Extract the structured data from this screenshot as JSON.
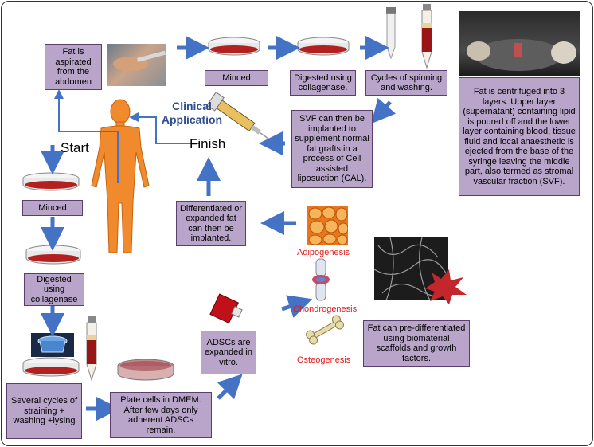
{
  "boxes": {
    "fat_aspirated": "Fat is aspirated from the abdomen",
    "minced_top": "Minced",
    "digested_top": "Digested using collagenase.",
    "cycles_spinning": "Cycles of spinning and washing.",
    "centrifuged": "Fat is centrifuged into 3 layers. Upper layer (supernatant) containing lipid is poured off and the lower layer containing blood, tissue fluid and local anaesthetic is ejected from the base of the syringe leaving the middle part, also termed as stromal vascular fraction (SVF).",
    "svf_implanted": "SVF can then be implanted to supplement normal fat grafts in a process of Cell assisted liposuction (CAL).",
    "differentiated": "Differentiated or expanded fat can then be implanted.",
    "minced_left": "Minced",
    "digested_left": "Digested using collagenase",
    "several_cycles": "Several cycles of straining + washing +lysing",
    "plate_cells": "Plate cells in DMEM. After few days only adherent ADSCs remain.",
    "adscs_expanded": "ADSCs are expanded in vitro.",
    "predifferentiated": "Fat can pre-differentiated using biomaterial scaffolds and growth factors."
  },
  "labels": {
    "start": "Start",
    "finish": "Finish",
    "clinical": "Clinical",
    "application": "Application",
    "adipogenesis": "Adipogenesis",
    "chondrogenesis": "Chondrogenesis",
    "osteogenesis": "Osteogenesis"
  },
  "colors": {
    "box_fill": "#b8a5c9",
    "box_border": "#5a3f6e",
    "arrow": "#4472c4",
    "red_label": "#e01a1a",
    "clinical": "#2f4e8e",
    "body": "#f08a2c"
  }
}
